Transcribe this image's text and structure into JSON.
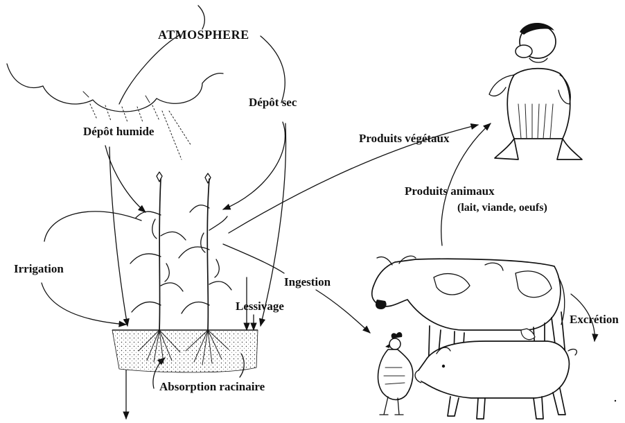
{
  "labels": {
    "atmosphere": "ATMOSPHERE",
    "depot_sec": "Dépôt sec",
    "depot_humide": "Dépôt humide",
    "produits_vegetaux": "Produits végétaux",
    "produits_animaux": "Produits animaux",
    "produits_animaux_detail": "(lait, viande, oeufs)",
    "irrigation": "Irrigation",
    "ingestion": "Ingestion",
    "lessivage": "Lessivage",
    "excretion": "Excrétion",
    "absorption_racinaire": "Absorption racinaire"
  }
}
